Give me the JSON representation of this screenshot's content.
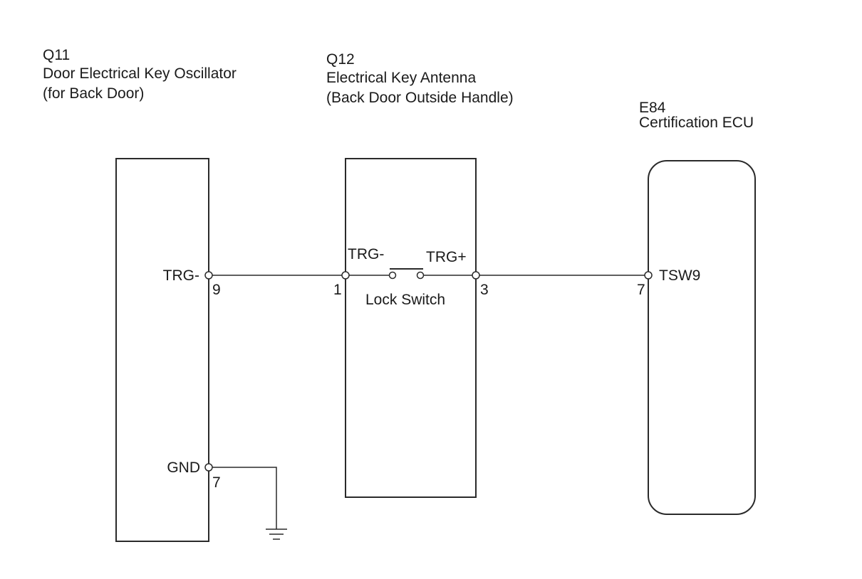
{
  "components": {
    "q11": {
      "code": "Q11",
      "name_line1": "Door Electrical Key Oscillator",
      "name_line2": "(for Back Door)",
      "pins": {
        "trg_minus": {
          "label": "TRG-",
          "number": "9"
        },
        "gnd": {
          "label": "GND",
          "number": "7"
        }
      }
    },
    "q12": {
      "code": "Q12",
      "name_line1": "Electrical Key Antenna",
      "name_line2": "(Back Door Outside Handle)",
      "pins": {
        "trg_minus": {
          "label": "TRG-",
          "number": "1"
        },
        "trg_plus": {
          "label": "TRG+",
          "number": "3"
        }
      },
      "switch_label": "Lock Switch"
    },
    "e84": {
      "code": "E84",
      "name_line1": "Certification ECU",
      "pins": {
        "tsw9": {
          "label": "TSW9",
          "number": "7"
        }
      }
    }
  }
}
